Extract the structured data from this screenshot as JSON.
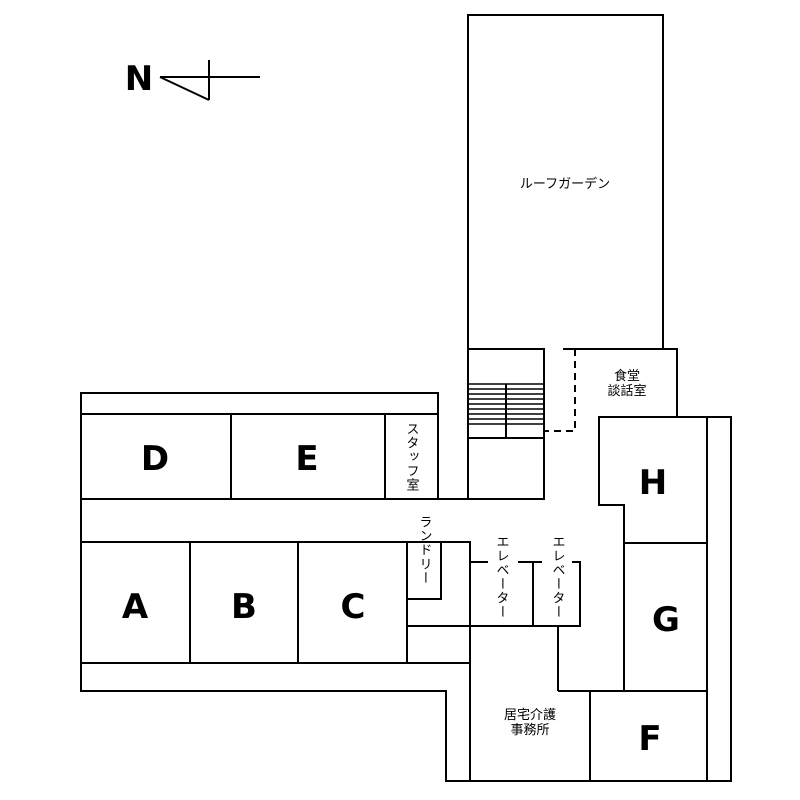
{
  "compass": {
    "label": "N"
  },
  "rooms": {
    "A": "A",
    "B": "B",
    "C": "C",
    "D": "D",
    "E": "E",
    "F": "F",
    "G": "G",
    "H": "H"
  },
  "labels": {
    "roof_garden": "ルーフガーデン",
    "dining_line1": "食堂",
    "dining_line2": "談話室",
    "staff_room": "スタッフ室",
    "laundry": "ランドリー",
    "elevator_1": "エレベーター",
    "elevator_2": "エレベーター",
    "care_office_line1": "居宅介護",
    "care_office_line2": "事務所"
  }
}
